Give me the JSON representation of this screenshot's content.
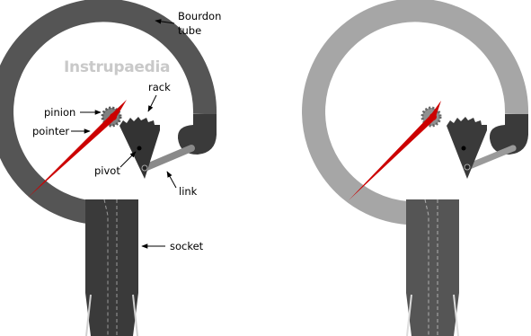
{
  "watermark": "Instrupaedia",
  "labels": {
    "bourdon_tube_line1": "Bourdon",
    "bourdon_tube_line2": "tube",
    "rack": "rack",
    "pinion": "pinion",
    "pointer": "pointer",
    "pivot": "pivot",
    "link": "link",
    "socket": "socket"
  },
  "colors": {
    "dark": "#555555",
    "darker": "#3a3a3a",
    "sector": "#333333",
    "light": "#a6a6a6",
    "lighter": "#b9b9b9",
    "pointer": "#cc0000",
    "arrow": "#000000"
  }
}
